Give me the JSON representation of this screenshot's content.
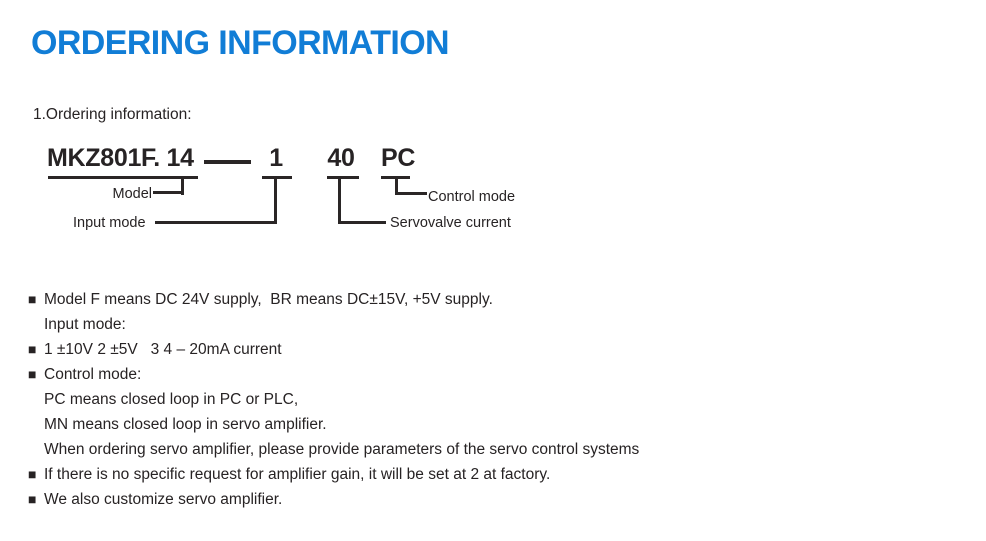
{
  "title": "ORDERING INFORMATION",
  "section": {
    "heading": "1.Ordering information:"
  },
  "diagram": {
    "model_code": "MKZ801F. 14",
    "input_mode_value": "1",
    "servovalve_current_value": "40",
    "control_mode_value": "PC",
    "labels": {
      "model": "Model",
      "input_mode": "Input mode",
      "servovalve_current": "Servovalve current",
      "control_mode": "Control mode"
    }
  },
  "notes": [
    {
      "bullet": true,
      "text": "Model F means DC 24V supply,  BR means DC±15V, +5V supply."
    },
    {
      "bullet": false,
      "text": "Input mode:"
    },
    {
      "bullet": true,
      "text": "1 ±10V 2 ±5V   3 4 – 20mA current"
    },
    {
      "bullet": true,
      "text": "Control mode:"
    },
    {
      "bullet": false,
      "text": "PC means closed loop in PC or PLC,"
    },
    {
      "bullet": false,
      "text": "MN means closed loop in servo amplifier."
    },
    {
      "bullet": false,
      "text": "When ordering servo amplifier, please provide parameters of the servo control systems"
    },
    {
      "bullet": true,
      "text": "If there is no specific request for amplifier gain, it will be set at 2 at factory."
    },
    {
      "bullet": true,
      "text": "We also customize servo amplifier."
    }
  ],
  "glyphs": {
    "bullet": "■"
  },
  "colors": {
    "title_blue": "#117dd6",
    "text_dark": "#272324",
    "line_dark": "#2a2626",
    "background": "#ffffff"
  }
}
